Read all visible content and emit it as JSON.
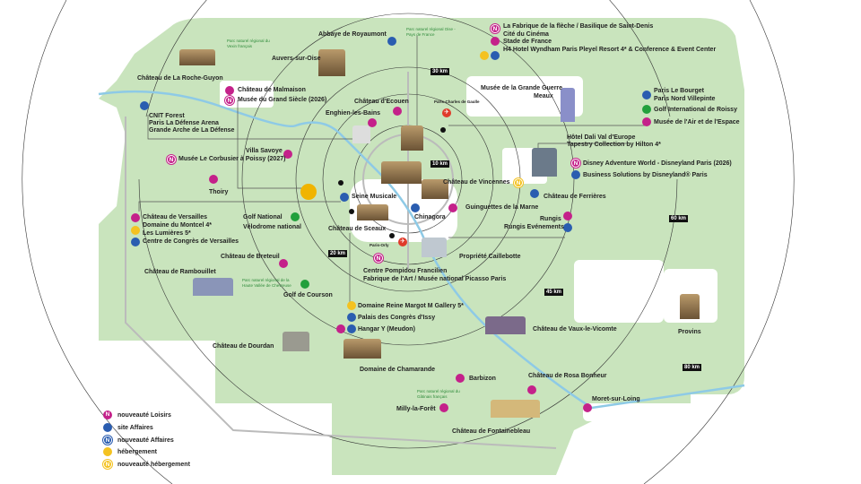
{
  "legend": [
    {
      "label": "nouveauté Loisirs",
      "color": "#c4218a",
      "new": true
    },
    {
      "label": "site Affaires",
      "color": "#2a5db0",
      "new": false
    },
    {
      "label": "nouveauté Affaires",
      "color": "#2a5db0",
      "new": true
    },
    {
      "label": "hébergement",
      "color": "#f4c220",
      "new": false
    },
    {
      "label": "nouveauté hébergement",
      "color": "#f4c220",
      "new": true
    }
  ],
  "new_marker": "N",
  "rings": [
    "10 km",
    "20 km",
    "30 km",
    "45 km",
    "60 km",
    "80 km"
  ],
  "parks": {
    "vexin": "Parc naturel régional du Vexin français",
    "oise": "Parc naturel régional Oise - Pays de France",
    "chevreuse": "Parc naturel régional de la Haute Vallée de Chevreuse",
    "gatinais": "Parc naturel régional du Gâtinais français"
  },
  "airports": {
    "cdg": "Paris-Charles de Gaulle",
    "orly": "Paris-Orly"
  },
  "places": {
    "royaumont": "Abbaye de Royaumont",
    "auvers": "Auvers-sur-Oise",
    "rocheguyon": "Château de La Roche-Guyon",
    "malmaison": "Château de Malmaison",
    "grandsiecle": "Musée du Grand Siècle (2026)",
    "ecouen": "Château d'Ecouen",
    "enghien": "Enghien-les-Bains",
    "cnit": "CNIT Forest",
    "arena": "Paris La Défense Arena",
    "arche": "Grande Arche de La Défense",
    "savoye": "Villa Savoye",
    "corbusier": "Musée Le Corbusier à Poissy (2027)",
    "thoiry": "Thoiry",
    "seine": "Seine Musicale",
    "versailles": "Château de Versailles",
    "montcel": "Domaine du Montcel 4*",
    "lumieres": "Les Lumières 5*",
    "congres_versailles": "Centre de Congrès de Versailles",
    "golfnational": "Golf National",
    "velodrome": "Vélodrome national",
    "sceaux": "Château de Sceaux",
    "chinagora": "Chinagora",
    "guinguettes": "Guinguettes de la Marne",
    "vincennes": "Château de Vincennes",
    "fabrique": "La Fabrique de la flèche / Basilique de Saint-Denis",
    "cinema": "Cité du Cinéma",
    "stade": "Stade de France",
    "h4": "H4 Hotel Wyndham Paris Pleyel Resort 4* & Conference & Event Center",
    "meaux1": "Musée de la Grande Guerre",
    "meaux2": "Meaux",
    "bourget": "Paris Le Bourget",
    "villepinte": "Paris Nord Villepinte",
    "golfroissy": "Golf International de Roissy",
    "airespace": "Musée de l'Air et de l'Espace",
    "dali1": "Hôtel Dali Val d'Europe",
    "dali2": "Tapestry Collection by Hilton 4*",
    "disney": "Disney Adventure World - Disneyland Paris (2026)",
    "bizdisney": "Business Solutions by Disneyland® Paris",
    "ferrieres": "Château de Ferrières",
    "rungis": "Rungis",
    "rungisev": "Rungis Evénements",
    "breteuil": "Château de Breteuil",
    "rambouillet": "Château de Rambouillet",
    "courson": "Golf de Courson",
    "pompidou": "Centre Pompidou Francilien",
    "picasso": "Fabrique de l'Art / Musée national Picasso Paris",
    "caillebotte": "Propriété Caillebotte",
    "margot": "Domaine Reine Margot M Gallery 5*",
    "issy": "Palais des Congrès d'Issy",
    "hangar": "Hangar Y (Meudon)",
    "dourdan": "Château de Dourdan",
    "chamarande": "Domaine de Chamarande",
    "vaux": "Château de Vaux-le-Vicomte",
    "provins": "Provins",
    "barbizon": "Barbizon",
    "rosa": "Château de Rosa Bonheur",
    "milly": "Milly-la-Forêt",
    "moret": "Moret-sur-Loing",
    "fontainebleau": "Château de Fontainebleau"
  },
  "colors": {
    "green_area": "#c9e4bd",
    "river": "#8ecae6",
    "leisure": "#c4218a",
    "business": "#2a5db0",
    "hotel": "#f4c220",
    "golf": "#22a03c"
  }
}
